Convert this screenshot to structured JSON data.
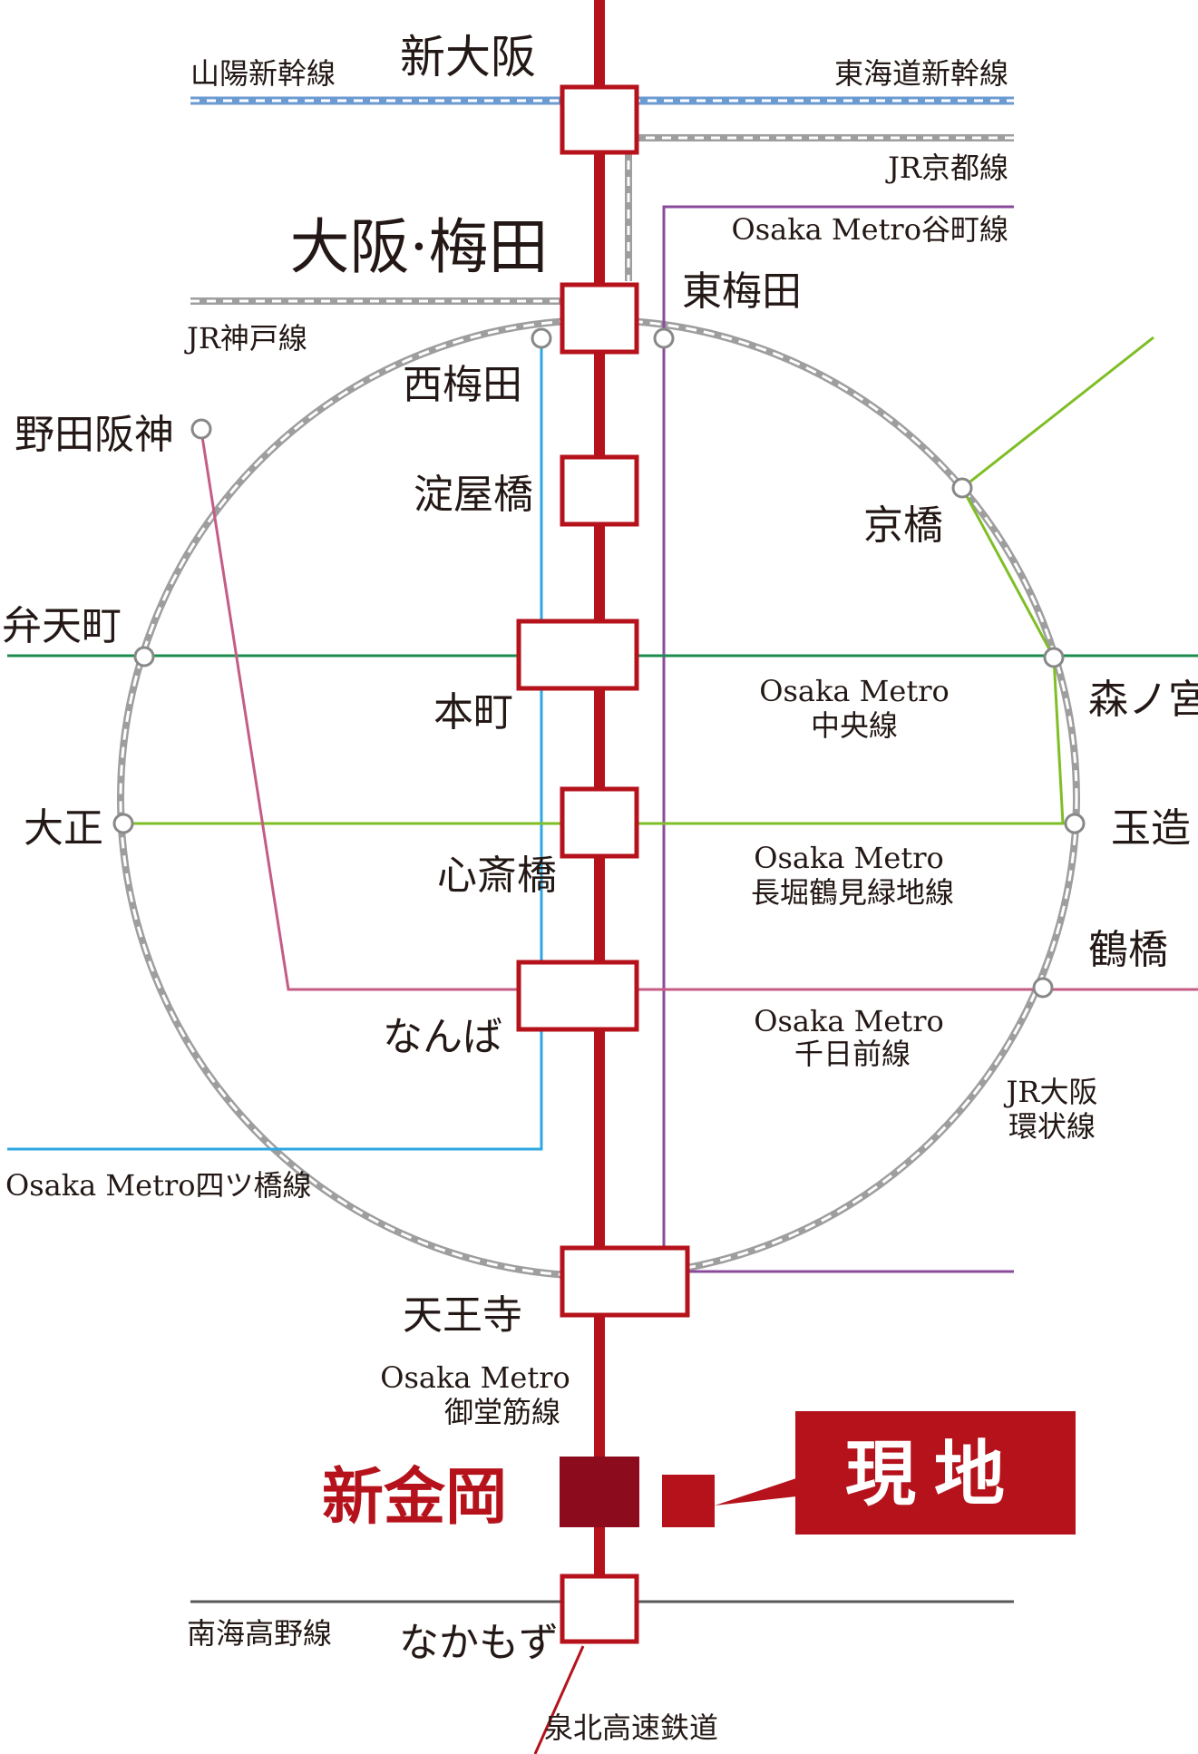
{
  "colors": {
    "midosuji": "#b5121b",
    "current_dark": "#8c0c1e",
    "current_red": "#b5121b",
    "shinkansen": "#6c9bd2",
    "jr_gray": "#9e9e9e",
    "tanimachi": "#8b4b9b",
    "yotsubashi": "#2ea7e0",
    "chuo": "#1e8c4f",
    "nagahori": "#7fbe26",
    "sennichimae": "#c45c86",
    "loop": "#9e9e9e",
    "text": "#231815",
    "white": "#ffffff"
  },
  "stations": {
    "shin_osaka": "新大阪",
    "umeda": "大阪·梅田",
    "higashi_umeda": "東梅田",
    "nishi_umeda": "西梅田",
    "yodoyabashi": "淀屋橋",
    "hommachi": "本町",
    "shinsaibashi": "心斎橋",
    "namba": "なんば",
    "tennoji": "天王寺",
    "shinkanaoka": "新金岡",
    "nakamozu": "なかもず",
    "noda_hanshin": "野田阪神",
    "bentencho": "弁天町",
    "taisho": "大正",
    "kyobashi": "京橋",
    "morinomiya": "森ノ宮",
    "tamatsukuri": "玉造",
    "tsuruhashi": "鶴橋"
  },
  "lines": {
    "sanyo_shinkansen": "山陽新幹線",
    "tokaido_shinkansen": "東海道新幹線",
    "jr_kyoto": "JR京都線",
    "tanimachi": "Osaka Metro谷町線",
    "jr_kobe": "JR神戸線",
    "chuo_1": "Osaka Metro",
    "chuo_2": "中央線",
    "nagahori_1": "Osaka Metro",
    "nagahori_2": "長堀鶴見緑地線",
    "sennichimae_1": "Osaka Metro",
    "sennichimae_2": "千日前線",
    "loop_1": "JR大阪",
    "loop_2": "環状線",
    "yotsubashi": "Osaka Metro四ツ橋線",
    "midosuji_1": "Osaka Metro",
    "midosuji_2": "御堂筋線",
    "nankai_koya": "南海高野線",
    "senboku": "泉北高速鉄道"
  },
  "current_location": {
    "label": "現地"
  }
}
